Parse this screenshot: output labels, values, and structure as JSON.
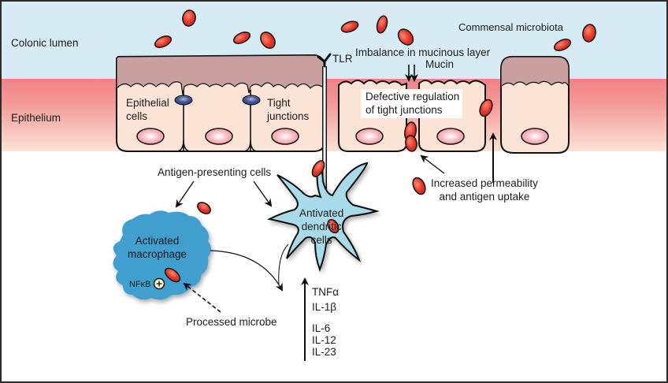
{
  "regions": {
    "lumen": "Colonic lumen",
    "epithelium": "Epithelium"
  },
  "labels": {
    "commensal": "Commensal microbiota",
    "tlr": "TLR",
    "mucinous_line1": "Imbalance in mucinous layer",
    "mucinous_line2": "Mucin",
    "epithelial_line1": "Epithelial",
    "epithelial_line2": "cells",
    "tight_line1": "Tight",
    "tight_line2": "junctions",
    "defective_line1": "Defective regulation",
    "defective_line2": "of tight junctions",
    "permeability_line1": "Increased permeability",
    "permeability_line2": "and antigen uptake",
    "apc": "Antigen-presenting cells",
    "dendritic_line1": "Antivated",
    "dendritic_line2": "dendritic",
    "dendritic_line3": "cells",
    "macrophage_line1": "Activated",
    "macrophage_line2": "macrophage",
    "nfkb": "NFκB",
    "processed": "Processed microbe"
  },
  "cytokines": [
    "TNFα",
    "IL-1β",
    "IL-6",
    "IL-12",
    "IL-23"
  ],
  "colors": {
    "lumen": "#d6ebf4",
    "epithelium_top": "#f28a8c",
    "epithelium_bottom": "#fbe1d4",
    "cell_body": "#fbe4d5",
    "brush_border": "#c9a0a0",
    "nucleus": "#f5a7b3",
    "tight_junction": "#3d4c8c",
    "microbe": "#e8352a",
    "macrophage": "#3f9fcf",
    "dendritic": "#a8dbe9"
  }
}
